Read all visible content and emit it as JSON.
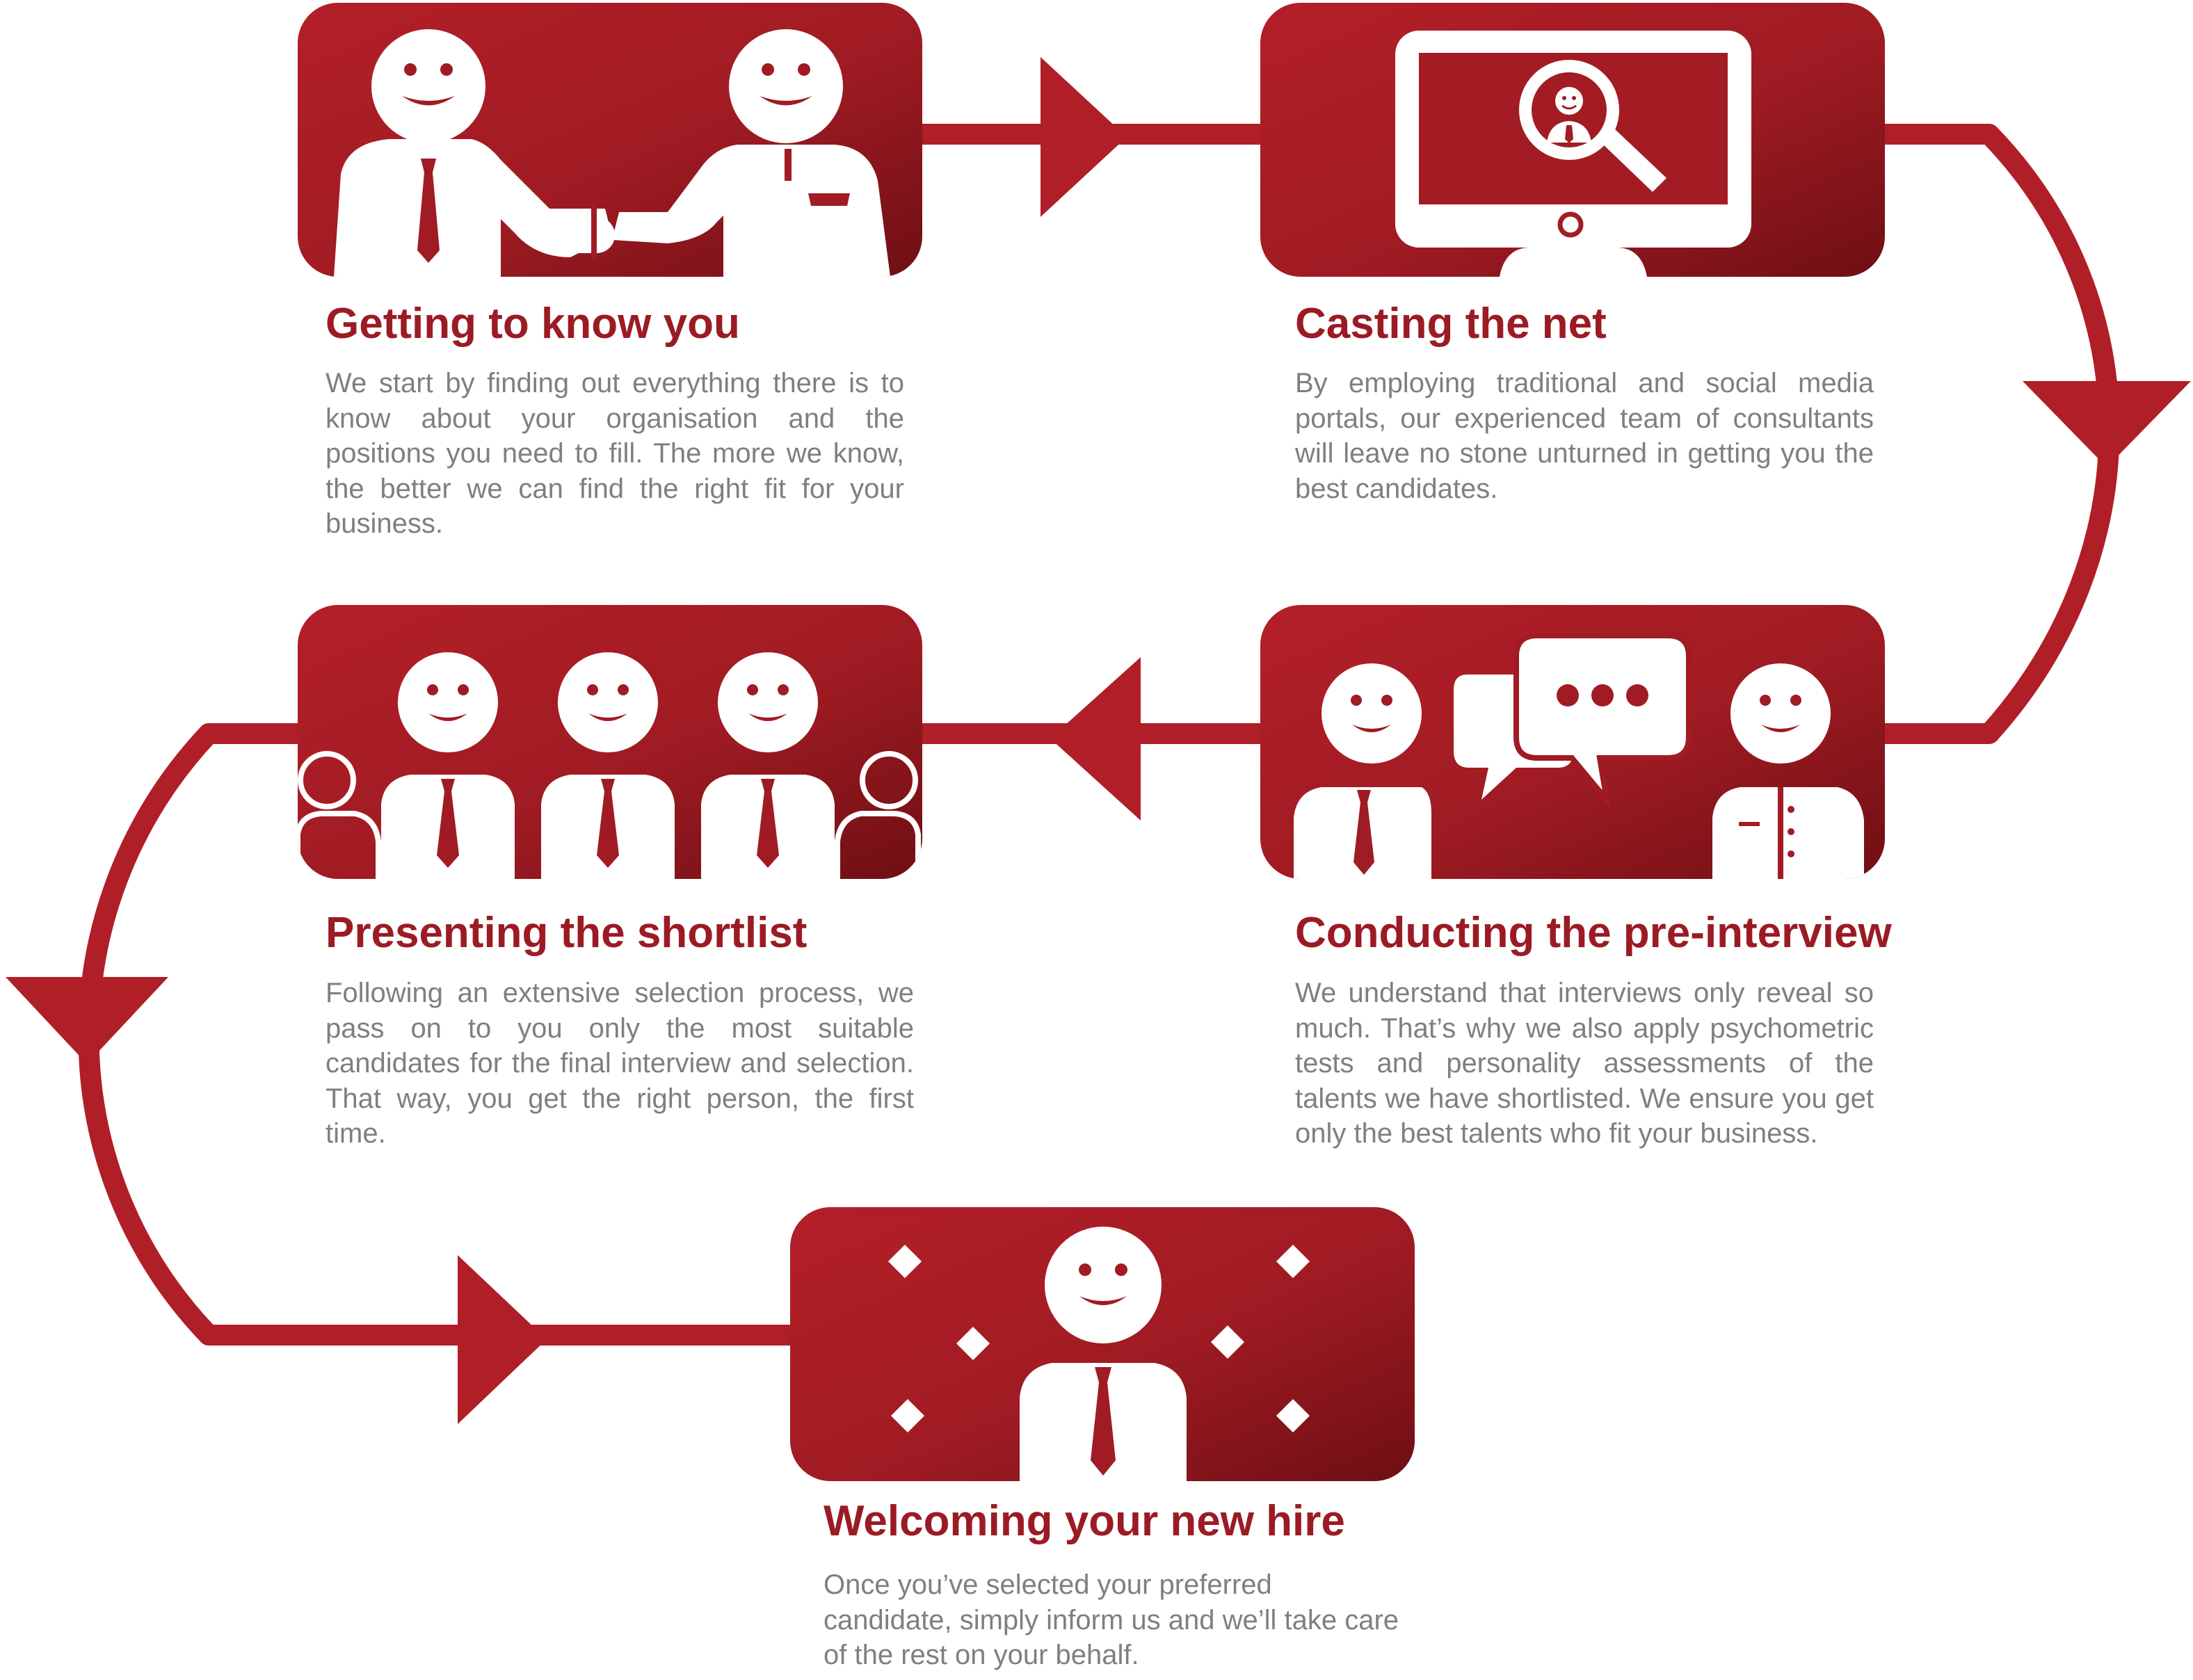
{
  "colors": {
    "primary": "#b01e27",
    "dark": "#6e0f14",
    "title": "#9b1b25",
    "body_text": "#7f7f7f",
    "icon": "#ffffff"
  },
  "steps": [
    {
      "title": "Getting to know you",
      "body": "We start by finding out everything there is to know about your organisation and the positions you need to fill. The more we know, the better we can find the right fit for your business.",
      "icon": "handshake-icon"
    },
    {
      "title": "Casting the net",
      "body": "By employing traditional and social media portals, our experienced team of consultants will leave no stone unturned in getting you the best candidates.",
      "icon": "monitor-search-icon"
    },
    {
      "title": "Conducting the pre-interview",
      "body": "We understand that interviews only reveal so much. That’s why we also apply psychometric tests and personality assessments of the talents we have shortlisted. We ensure you get only the best talents who fit your business.",
      "icon": "interview-chat-icon"
    },
    {
      "title": "Presenting the shortlist",
      "body": "Following an extensive selection process, we pass on to you only the most suitable candidates for the final interview and selection. That way, you get the right person, the first time.",
      "icon": "candidates-group-icon"
    },
    {
      "title": "Welcoming your new hire",
      "body": "Once you’ve selected your preferred candidate, simply inform us and we’ll take care of the rest on your behalf.",
      "icon": "new-hire-celebration-icon"
    }
  ],
  "flow_order": [
    "Getting to know you",
    "Casting the net",
    "Conducting the pre-interview",
    "Presenting the shortlist",
    "Welcoming your new hire"
  ]
}
